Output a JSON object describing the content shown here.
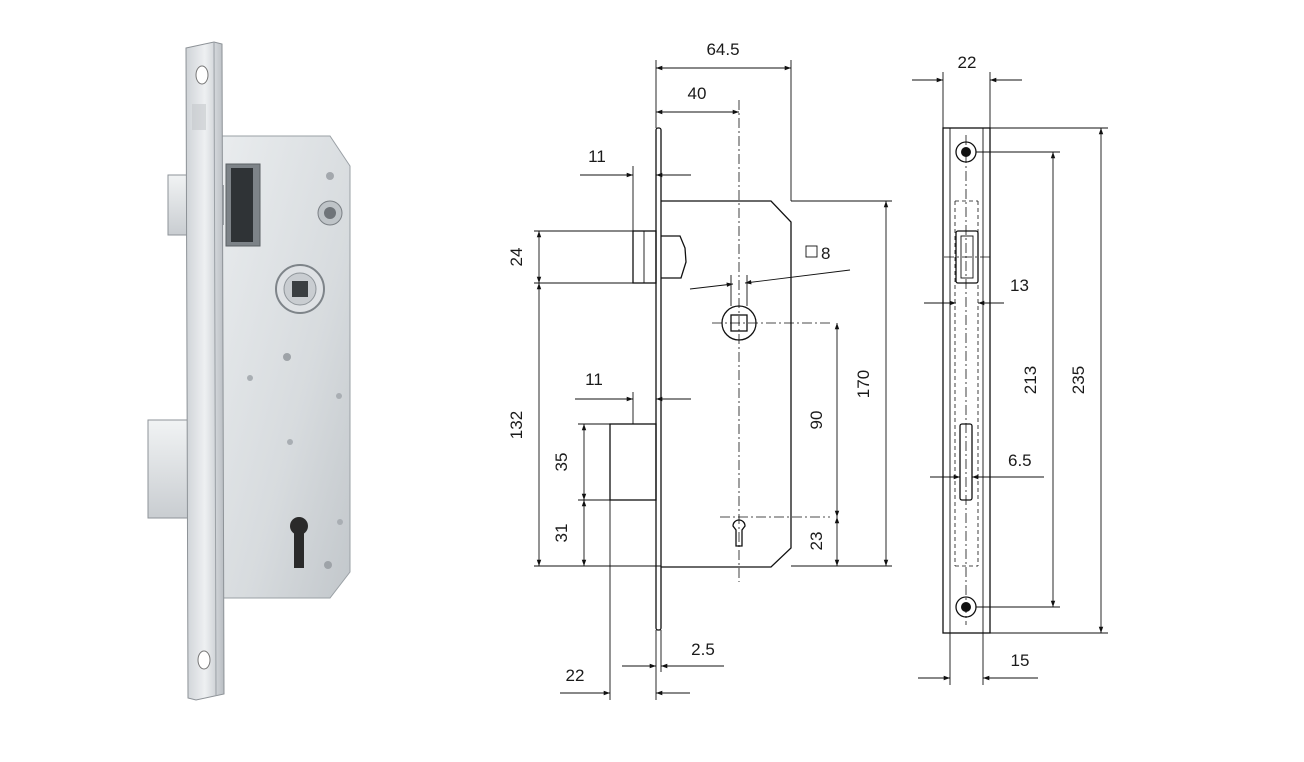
{
  "photo": {
    "subject": "mortise lock photograph",
    "colors": {
      "steel_light": "#e4e7ea",
      "steel_mid": "#c3c8cd",
      "steel_dark": "#8c9297",
      "keyhole": "#2a2a2a"
    }
  },
  "drawing": {
    "front_view": {
      "dimensions": {
        "overall_depth": "64.5",
        "backset": "40",
        "latch_projection": "11",
        "latch_height": "24",
        "spindle_square": "8",
        "spindle_to_bottom": "132",
        "deadbolt_projection": "11",
        "deadbolt_height": "35",
        "deadbolt_to_bottom": "31",
        "case_height": "170",
        "center_distance": "90",
        "keyhole_to_bottom": "23",
        "faceplate_thickness": "2.5",
        "bolt_throw": "22"
      }
    },
    "side_view": {
      "dimensions": {
        "faceplate_width": "22",
        "latch_width": "13",
        "screw_distance": "213",
        "faceplate_height": "235",
        "bolt_width": "6.5",
        "case_width": "15"
      }
    }
  }
}
